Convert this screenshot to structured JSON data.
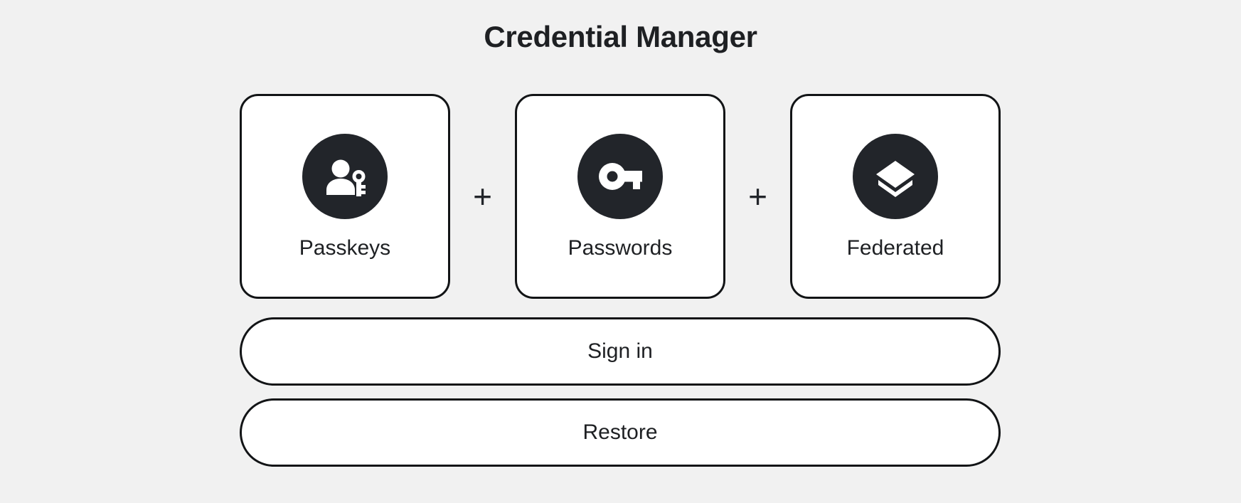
{
  "page": {
    "title": "Credential Manager",
    "background_color": "#f1f1f1",
    "foreground_color": "#1e2023",
    "icon_badge_color": "#22252a",
    "border_color": "#121416",
    "card_background": "#ffffff"
  },
  "credentials": {
    "separator": "+",
    "cards": [
      {
        "label": "Passkeys",
        "icon": "person-key-icon"
      },
      {
        "label": "Passwords",
        "icon": "key-icon"
      },
      {
        "label": "Federated",
        "icon": "layers-icon"
      }
    ]
  },
  "actions": [
    {
      "label": "Sign in",
      "name": "sign-in-button"
    },
    {
      "label": "Restore",
      "name": "restore-button"
    }
  ]
}
